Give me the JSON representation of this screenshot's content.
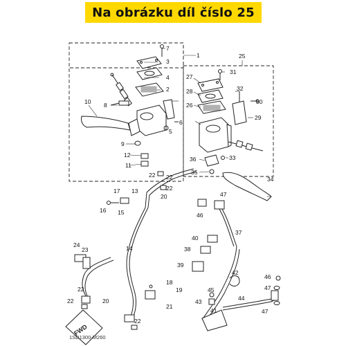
{
  "banner": {
    "text": "Na obrázku díl číslo 25",
    "color": "#FFD800"
  },
  "footer": {
    "code": "1SD1300-M260"
  },
  "fwd_label": "FWD",
  "callouts": [
    {
      "id": "c1",
      "text": "1"
    },
    {
      "id": "c2",
      "text": "2"
    },
    {
      "id": "c3",
      "text": "3"
    },
    {
      "id": "c4",
      "text": "4"
    },
    {
      "id": "c5",
      "text": "5"
    },
    {
      "id": "c6",
      "text": "6"
    },
    {
      "id": "c7",
      "text": "7"
    },
    {
      "id": "c8",
      "text": "8"
    },
    {
      "id": "c9",
      "text": "9"
    },
    {
      "id": "c10",
      "text": "10"
    },
    {
      "id": "c11",
      "text": "11"
    },
    {
      "id": "c12",
      "text": "12"
    },
    {
      "id": "c13",
      "text": "13"
    },
    {
      "id": "c14",
      "text": "14"
    },
    {
      "id": "c15",
      "text": "15"
    },
    {
      "id": "c16",
      "text": "16"
    },
    {
      "id": "c17",
      "text": "17"
    },
    {
      "id": "c18",
      "text": "18"
    },
    {
      "id": "c19",
      "text": "19"
    },
    {
      "id": "c20a",
      "text": "20"
    },
    {
      "id": "c20b",
      "text": "20"
    },
    {
      "id": "c21",
      "text": "21"
    },
    {
      "id": "c22a",
      "text": "22"
    },
    {
      "id": "c22b",
      "text": "22"
    },
    {
      "id": "c22c",
      "text": "22"
    },
    {
      "id": "c22d",
      "text": "22"
    },
    {
      "id": "c22e",
      "text": "22"
    },
    {
      "id": "c22f",
      "text": "22"
    },
    {
      "id": "c23",
      "text": "23"
    },
    {
      "id": "c24",
      "text": "24"
    },
    {
      "id": "c25",
      "text": "25"
    },
    {
      "id": "c26",
      "text": "26"
    },
    {
      "id": "c27",
      "text": "27"
    },
    {
      "id": "c28",
      "text": "28"
    },
    {
      "id": "c29",
      "text": "29"
    },
    {
      "id": "c30",
      "text": "30"
    },
    {
      "id": "c31",
      "text": "31"
    },
    {
      "id": "c32",
      "text": "32"
    },
    {
      "id": "c33",
      "text": "33"
    },
    {
      "id": "c34",
      "text": "34"
    },
    {
      "id": "c35",
      "text": "35"
    },
    {
      "id": "c36",
      "text": "36"
    },
    {
      "id": "c37",
      "text": "37"
    },
    {
      "id": "c38",
      "text": "38"
    },
    {
      "id": "c39",
      "text": "39"
    },
    {
      "id": "c40",
      "text": "40"
    },
    {
      "id": "c41",
      "text": "41"
    },
    {
      "id": "c42",
      "text": "42"
    },
    {
      "id": "c43",
      "text": "43"
    },
    {
      "id": "c44",
      "text": "44"
    },
    {
      "id": "c45",
      "text": "45"
    },
    {
      "id": "c46a",
      "text": "46"
    },
    {
      "id": "c46b",
      "text": "46"
    },
    {
      "id": "c47a",
      "text": "47"
    },
    {
      "id": "c47b",
      "text": "47"
    },
    {
      "id": "c47c",
      "text": "47"
    }
  ]
}
